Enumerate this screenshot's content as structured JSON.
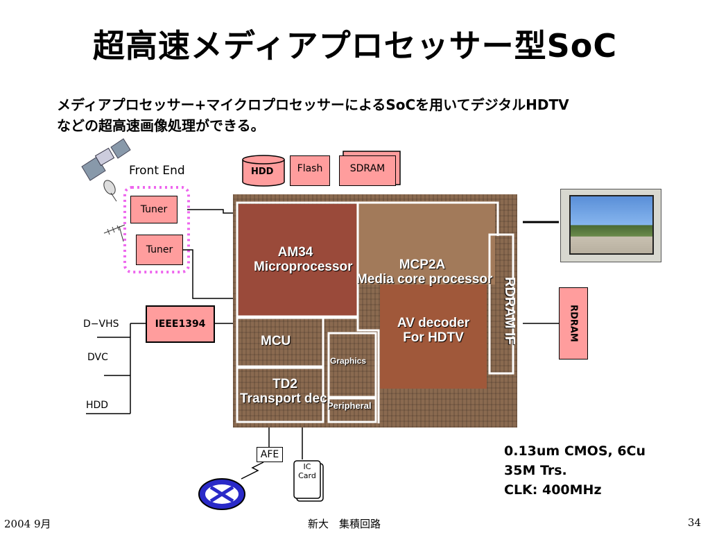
{
  "slide": {
    "title": "超高速メディアプロセッサー型SoC",
    "lead_line1": "メディアプロセッサー+マイクロプロセッサーによるSoCを用いてデジタルHDTV",
    "lead_line2": "などの超高速画像処理ができる。"
  },
  "diagram": {
    "front_end": "Front End",
    "tuner1": "Tuner",
    "tuner2": "Tuner",
    "ieee": "IEEE1394",
    "dvhs": "D−VHS",
    "dvc": "DVC",
    "hdd_ext": "HDD",
    "hdd_top": "HDD",
    "flash": "Flash",
    "sdram": "SDRAM",
    "rdram": "RDRAM",
    "afe": "AFE",
    "ic_card_l1": "IC",
    "ic_card_l2": "Card"
  },
  "die": {
    "am34_l1": "AM34",
    "am34_l2": "Microprocessor",
    "mcp_l1": "MCP2A",
    "mcp_l2": "Media core processor",
    "rdram_if": "RDRAM IF",
    "av_l1": "AV decoder",
    "av_l2": "For HDTV",
    "mcu": "MCU",
    "graphics": "Graphics",
    "td2_l1": "TD2",
    "td2_l2": "Transport dec.",
    "peripheral": "Peripheral"
  },
  "specs": {
    "line1": "0.13um CMOS, 6Cu",
    "line2": "35M Trs.",
    "line3": "CLK: 400MHz"
  },
  "footer": {
    "date": "2004 9月",
    "center": "新大　集積回路",
    "page": "34"
  },
  "colors": {
    "box_fill": "#ff9d9d",
    "dotted_frame": "#ee66ee",
    "globe": "#2a2ac8"
  }
}
